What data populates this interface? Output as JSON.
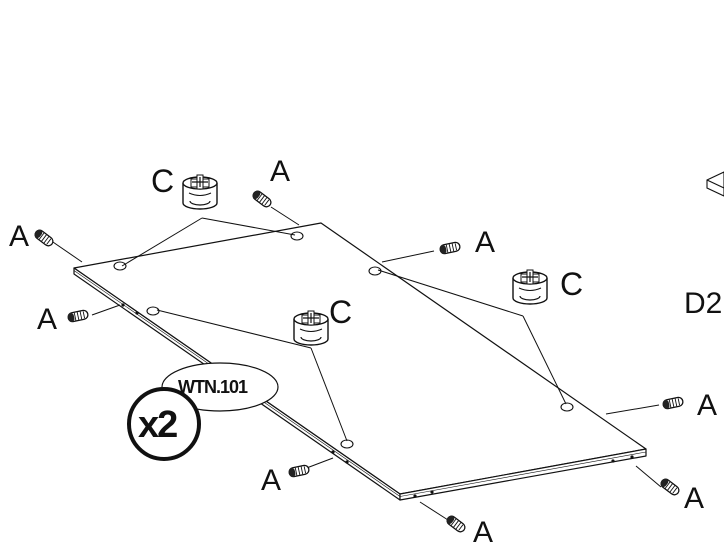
{
  "callouts": {
    "dowel_letter": "A",
    "cam_letter": "C",
    "partial_label": "D2"
  },
  "part": {
    "code": "WTN.101",
    "quantity": "x2"
  },
  "icons": {
    "dowel": "wooden-dowel-icon",
    "cam_lock": "cam-lock-fitting-icon",
    "panel": "board-panel"
  },
  "colors": {
    "line": "#111111",
    "background": "#ffffff"
  }
}
